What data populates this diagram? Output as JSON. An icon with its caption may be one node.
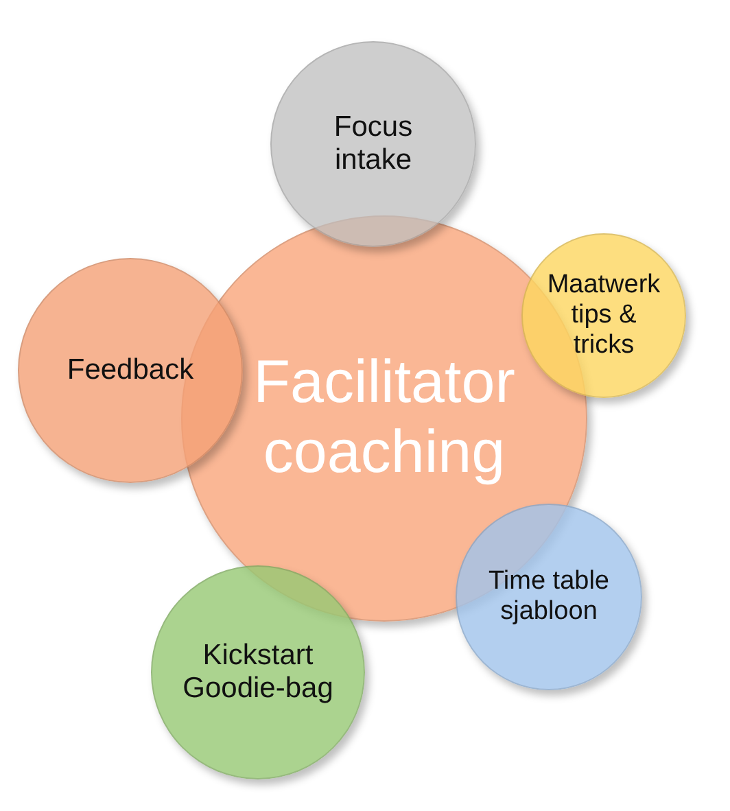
{
  "diagram": {
    "nodes": [
      {
        "text": [
          "Facilitator coaching"
        ]
      },
      {
        "text": [
          "Focus intake"
        ]
      },
      {
        "text": [
          "Maatwerk tips & tricks"
        ]
      },
      {
        "text": [
          "Time table sjabloon"
        ]
      },
      {
        "text": [
          "Kickstart Goodie-bag"
        ]
      },
      {
        "text": [
          "Feedback"
        ]
      }
    ],
    "edges": []
  }
}
